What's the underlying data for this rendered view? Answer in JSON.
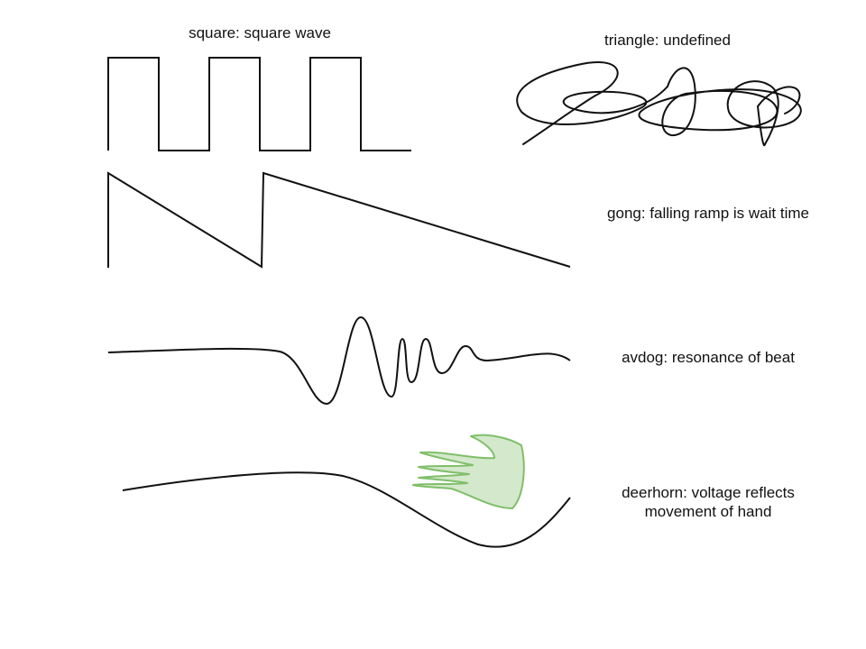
{
  "waves": [
    {
      "id": "square",
      "label": "square: square wave"
    },
    {
      "id": "triangle",
      "label": "triangle: undefined"
    },
    {
      "id": "gong",
      "label": "gong: falling ramp is wait time"
    },
    {
      "id": "avdog",
      "label": "avdog: resonance of beat"
    },
    {
      "id": "deerhorn",
      "label_line1": "deerhorn: voltage reflects",
      "label_line2": "movement of hand"
    }
  ],
  "colors": {
    "stroke": "#111111",
    "hand_fill": "#d4e8cc",
    "hand_stroke": "#7fbf6a"
  },
  "icons": {
    "hand": "hand-icon"
  }
}
